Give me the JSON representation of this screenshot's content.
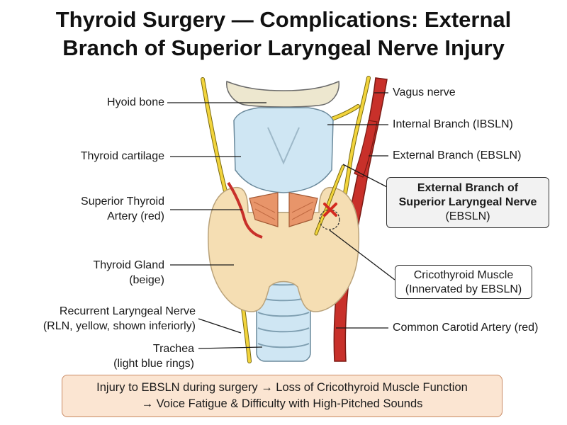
{
  "title": {
    "line1": "Thyroid Surgery — Complications: External",
    "line2": "Branch of Superior Laryngeal Nerve Injury"
  },
  "labels": {
    "hyoid": "Hyoid bone",
    "thyroid_cartilage": "Thyroid cartilage",
    "sup_thyroid_artery_1": "Superior Thyroid",
    "sup_thyroid_artery_2": "Artery (red)",
    "thyroid_gland_1": "Thyroid Gland",
    "thyroid_gland_2": "(beige)",
    "rln_1": "Recurrent Laryngeal Nerve",
    "rln_2": "(RLN, yellow, shown inferiorly)",
    "trachea_1": "Trachea",
    "trachea_2": "(light blue rings)",
    "vagus": "Vagus nerve",
    "ibsln": "Internal Branch (IBSLN)",
    "ebsln": "External Branch (EBSLN)",
    "carotid": "Common Carotid Artery (red)"
  },
  "callouts": {
    "ebsln_box": {
      "line1": "External Branch of",
      "line2": "Superior Laryngeal Nerve",
      "line3": "(EBSLN)"
    },
    "cricothyroid_box": {
      "line1": "Cricothyroid Muscle",
      "line2": "(Innervated by EBSLN)"
    }
  },
  "summary": {
    "line1": "Injury to EBSLN during surgery → Loss of Cricothyroid Muscle Function",
    "line2": "→ Voice Fatigue & Difficulty with High-Pitched Sounds"
  },
  "colors": {
    "artery": "#c8302a",
    "nerve": "#f2d43c",
    "thyroid": "#f5deb3",
    "cartilage": "#cfe6f3",
    "muscle": "#e8956a",
    "injury_mark": "#d42a1f",
    "summary_bg": "#fbe5d2"
  }
}
